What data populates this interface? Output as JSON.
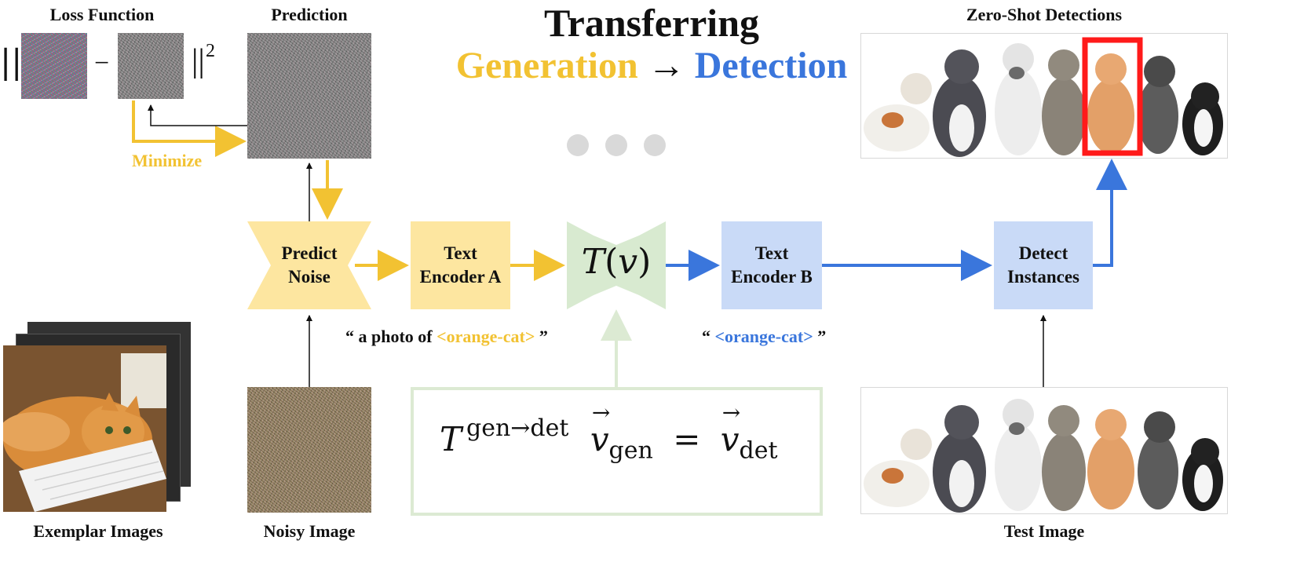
{
  "labels": {
    "loss_function": "Loss Function",
    "prediction": "Prediction",
    "zero_shot": "Zero-Shot Detections",
    "exemplar_images": "Exemplar Images",
    "noisy_image": "Noisy Image",
    "test_image": "Test Image",
    "minimize": "Minimize"
  },
  "title": {
    "main": "Transferring",
    "gen": "Generation",
    "arrow": "→",
    "det": "Detection"
  },
  "loss": {
    "norm_open": "||",
    "minus": "−",
    "norm_close": "||",
    "power": "2"
  },
  "boxes": {
    "predict_noise": "Predict\nNoise",
    "text_encoder_a": "Text\nEncoder A",
    "text_encoder_b": "Text\nEncoder B",
    "detect_instances": "Detect\nInstances"
  },
  "transform": {
    "T": "T",
    "open": "(",
    "v": "v",
    "close": ")"
  },
  "prompts": {
    "gen_open": "“ a photo of ",
    "gen_token": "<orange-cat>",
    "gen_close": " ”",
    "det_open": "“ ",
    "det_token": "<orange-cat>",
    "det_close": " ”"
  },
  "formula": {
    "T": "T",
    "superscript": "gen→det",
    "v_gen_sub": "gen",
    "equals": "=",
    "v_det_sub": "det",
    "vec": "v"
  },
  "colors": {
    "generation": "#f2c232",
    "detection": "#3a76dc",
    "yellow_box": "#fde6a0",
    "blue_box": "#c9daf7",
    "green_hourglass": "#d8ead0",
    "highlight": "#ff1a1a"
  }
}
